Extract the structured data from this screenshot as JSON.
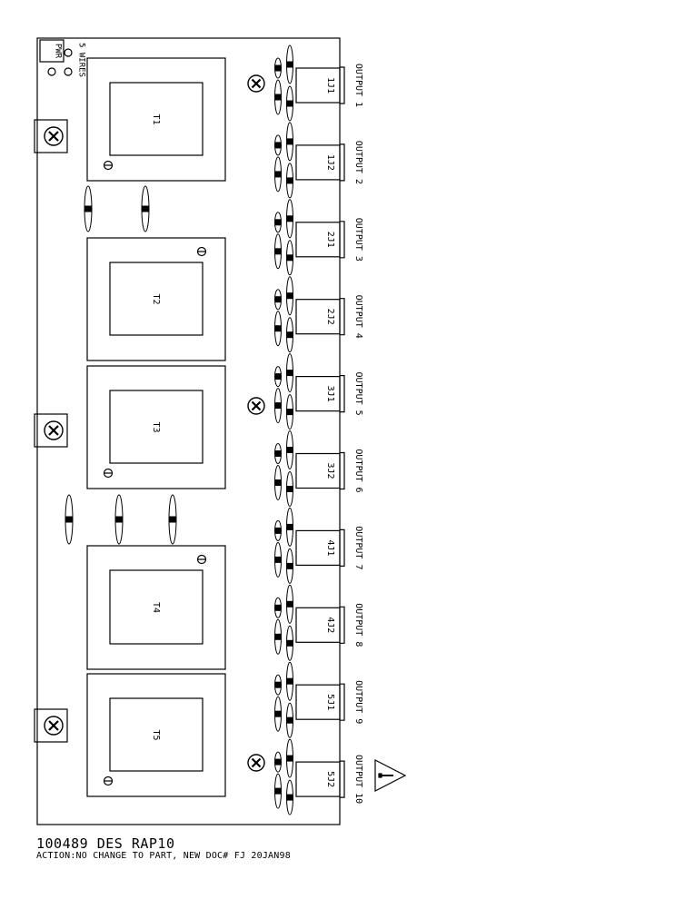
{
  "board": {
    "pwr_label": "PWR",
    "wires_label": "5 WIRES"
  },
  "transformers": [
    "T1",
    "T2",
    "T3",
    "T4",
    "T5"
  ],
  "jacks": [
    "1J1",
    "1J2",
    "2J1",
    "2J2",
    "3J1",
    "3J2",
    "4J1",
    "4J2",
    "5J1",
    "5J2"
  ],
  "outputs": [
    "OUTPUT 1",
    "OUTPUT 2",
    "OUTPUT 3",
    "OUTPUT 4",
    "OUTPUT 5",
    "OUTPUT 6",
    "OUTPUT 7",
    "OUTPUT 8",
    "OUTPUT 9",
    "OUTPUT 10"
  ],
  "title_block": {
    "part_line": "100489 DES RAP10",
    "action_line": "ACTION:NO CHANGE TO PART, NEW DOC# FJ 20JAN98"
  }
}
